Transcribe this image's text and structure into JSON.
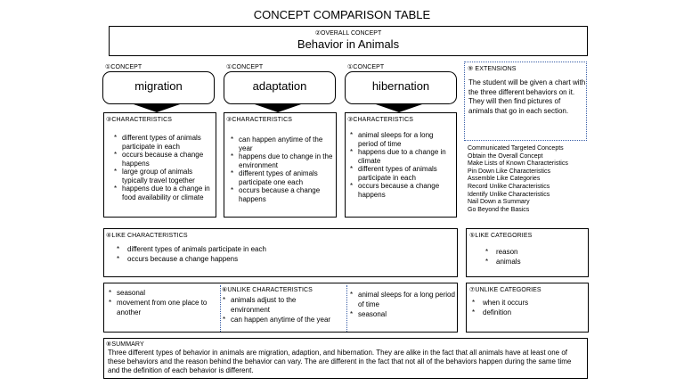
{
  "title": "CONCEPT COMPARISON TABLE",
  "overall": {
    "label": "②OVERALL CONCEPT",
    "value": "Behavior in Animals"
  },
  "concepts": [
    {
      "label": "①CONCEPT",
      "value": "migration",
      "char_label": "③CHARACTERISTICS",
      "chars": [
        "different types of animals participate in each",
        "occurs because a change happens",
        "large group of animals typically travel together",
        "happens due to a change in food availability or climate"
      ]
    },
    {
      "label": "①CONCEPT",
      "value": "adaptation",
      "char_label": "③CHARACTERISTICS",
      "chars": [
        "can happen anytime of the year",
        "happens due to change in the environment",
        "different types of animals participate one each",
        "occurs because a change happens"
      ]
    },
    {
      "label": "①CONCEPT",
      "value": "hibernation",
      "char_label": "③CHARACTERISTICS",
      "chars": [
        "animal sleeps for a long period of time",
        "happens due to a change in climate",
        "different types of animals participate in each",
        "occurs because a change happens"
      ]
    }
  ],
  "extensions": {
    "label": "⑨ EXTENSIONS",
    "text": "The student will be given a chart with the three different behaviors on it. They will then find pictures of animals that go in each section."
  },
  "routine_steps": [
    "Communicated Targeted Concepts",
    "Obtain the Overall Concept",
    "Make Lists of Known Characteristics",
    "Pin Down Like Characteristics",
    "Assemble Like Categories",
    "Record Unlike Characteristics",
    "Identify Unlike Characteristics",
    "Nail Down a Summary",
    "Go Beyond the Basics"
  ],
  "like_chars": {
    "label": "④LIKE CHARACTERISTICS",
    "items": [
      "different types of animals participate in each",
      "occurs because a change happens"
    ]
  },
  "like_cats": {
    "label": "⑤LIKE CATEGORIES",
    "items": [
      "reason",
      "animals"
    ]
  },
  "unlike": {
    "left": [
      "seasonal",
      "movement from one place to another"
    ],
    "label": "⑥UNLIKE CHARACTERISTICS",
    "middle": [
      "animals adjust to the environment",
      "can happen anytime of the year"
    ],
    "right": [
      "animal sleeps for a long period of time",
      "seasonal"
    ]
  },
  "unlike_cats": {
    "label": "⑦UNLIKE CATEGORIES",
    "items": [
      "when it occurs",
      "definition"
    ]
  },
  "summary": {
    "label": "⑧SUMMARY",
    "text": "Three different types of behavior in animals are migration, adaption, and hibernation. They are alike in the fact that all animals have at least one of these behaviors and the reason behind the behavior can vary. The are different in the fact that not all of the behaviors happen during the same time and the definition of each behavior is different."
  }
}
